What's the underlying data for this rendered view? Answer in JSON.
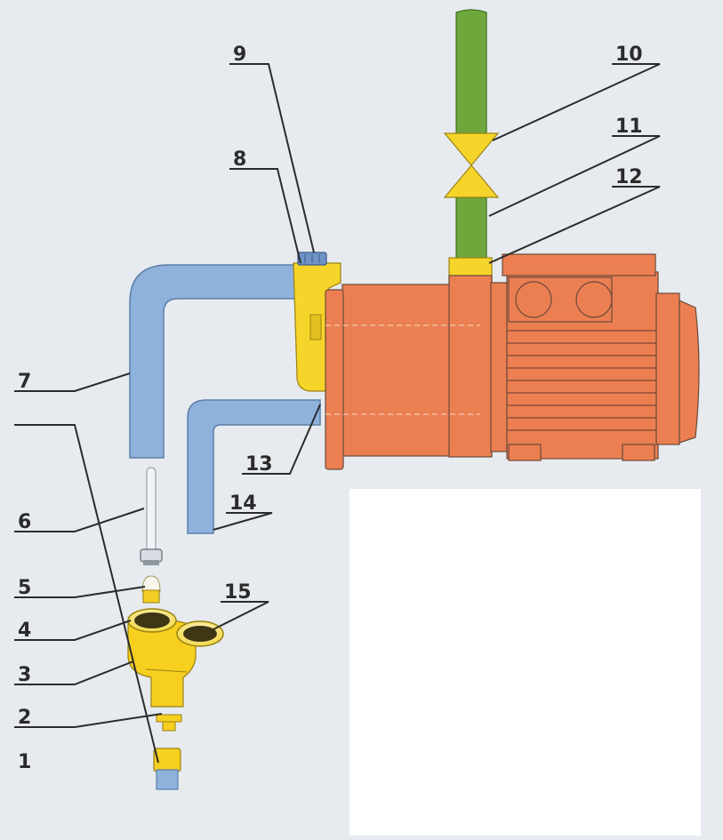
{
  "colors": {
    "background": "#e7ebef",
    "pipe_blue": "#8fb2dd",
    "pipe_green": "#6ea83c",
    "fitting_yellow": "#f6d52a",
    "pump_orange": "#ec7f52",
    "label_ink": "#2b2b2b",
    "blank_panel": "#ffffff"
  },
  "labels": {
    "l1": "1",
    "l2": "2",
    "l3": "3",
    "l4": "4",
    "l5": "5",
    "l6": "6",
    "l7": "7",
    "l8": "8",
    "l9": "9",
    "l10": "10",
    "l11": "11",
    "l12": "12",
    "l13": "13",
    "l14": "14",
    "l15": "15"
  }
}
